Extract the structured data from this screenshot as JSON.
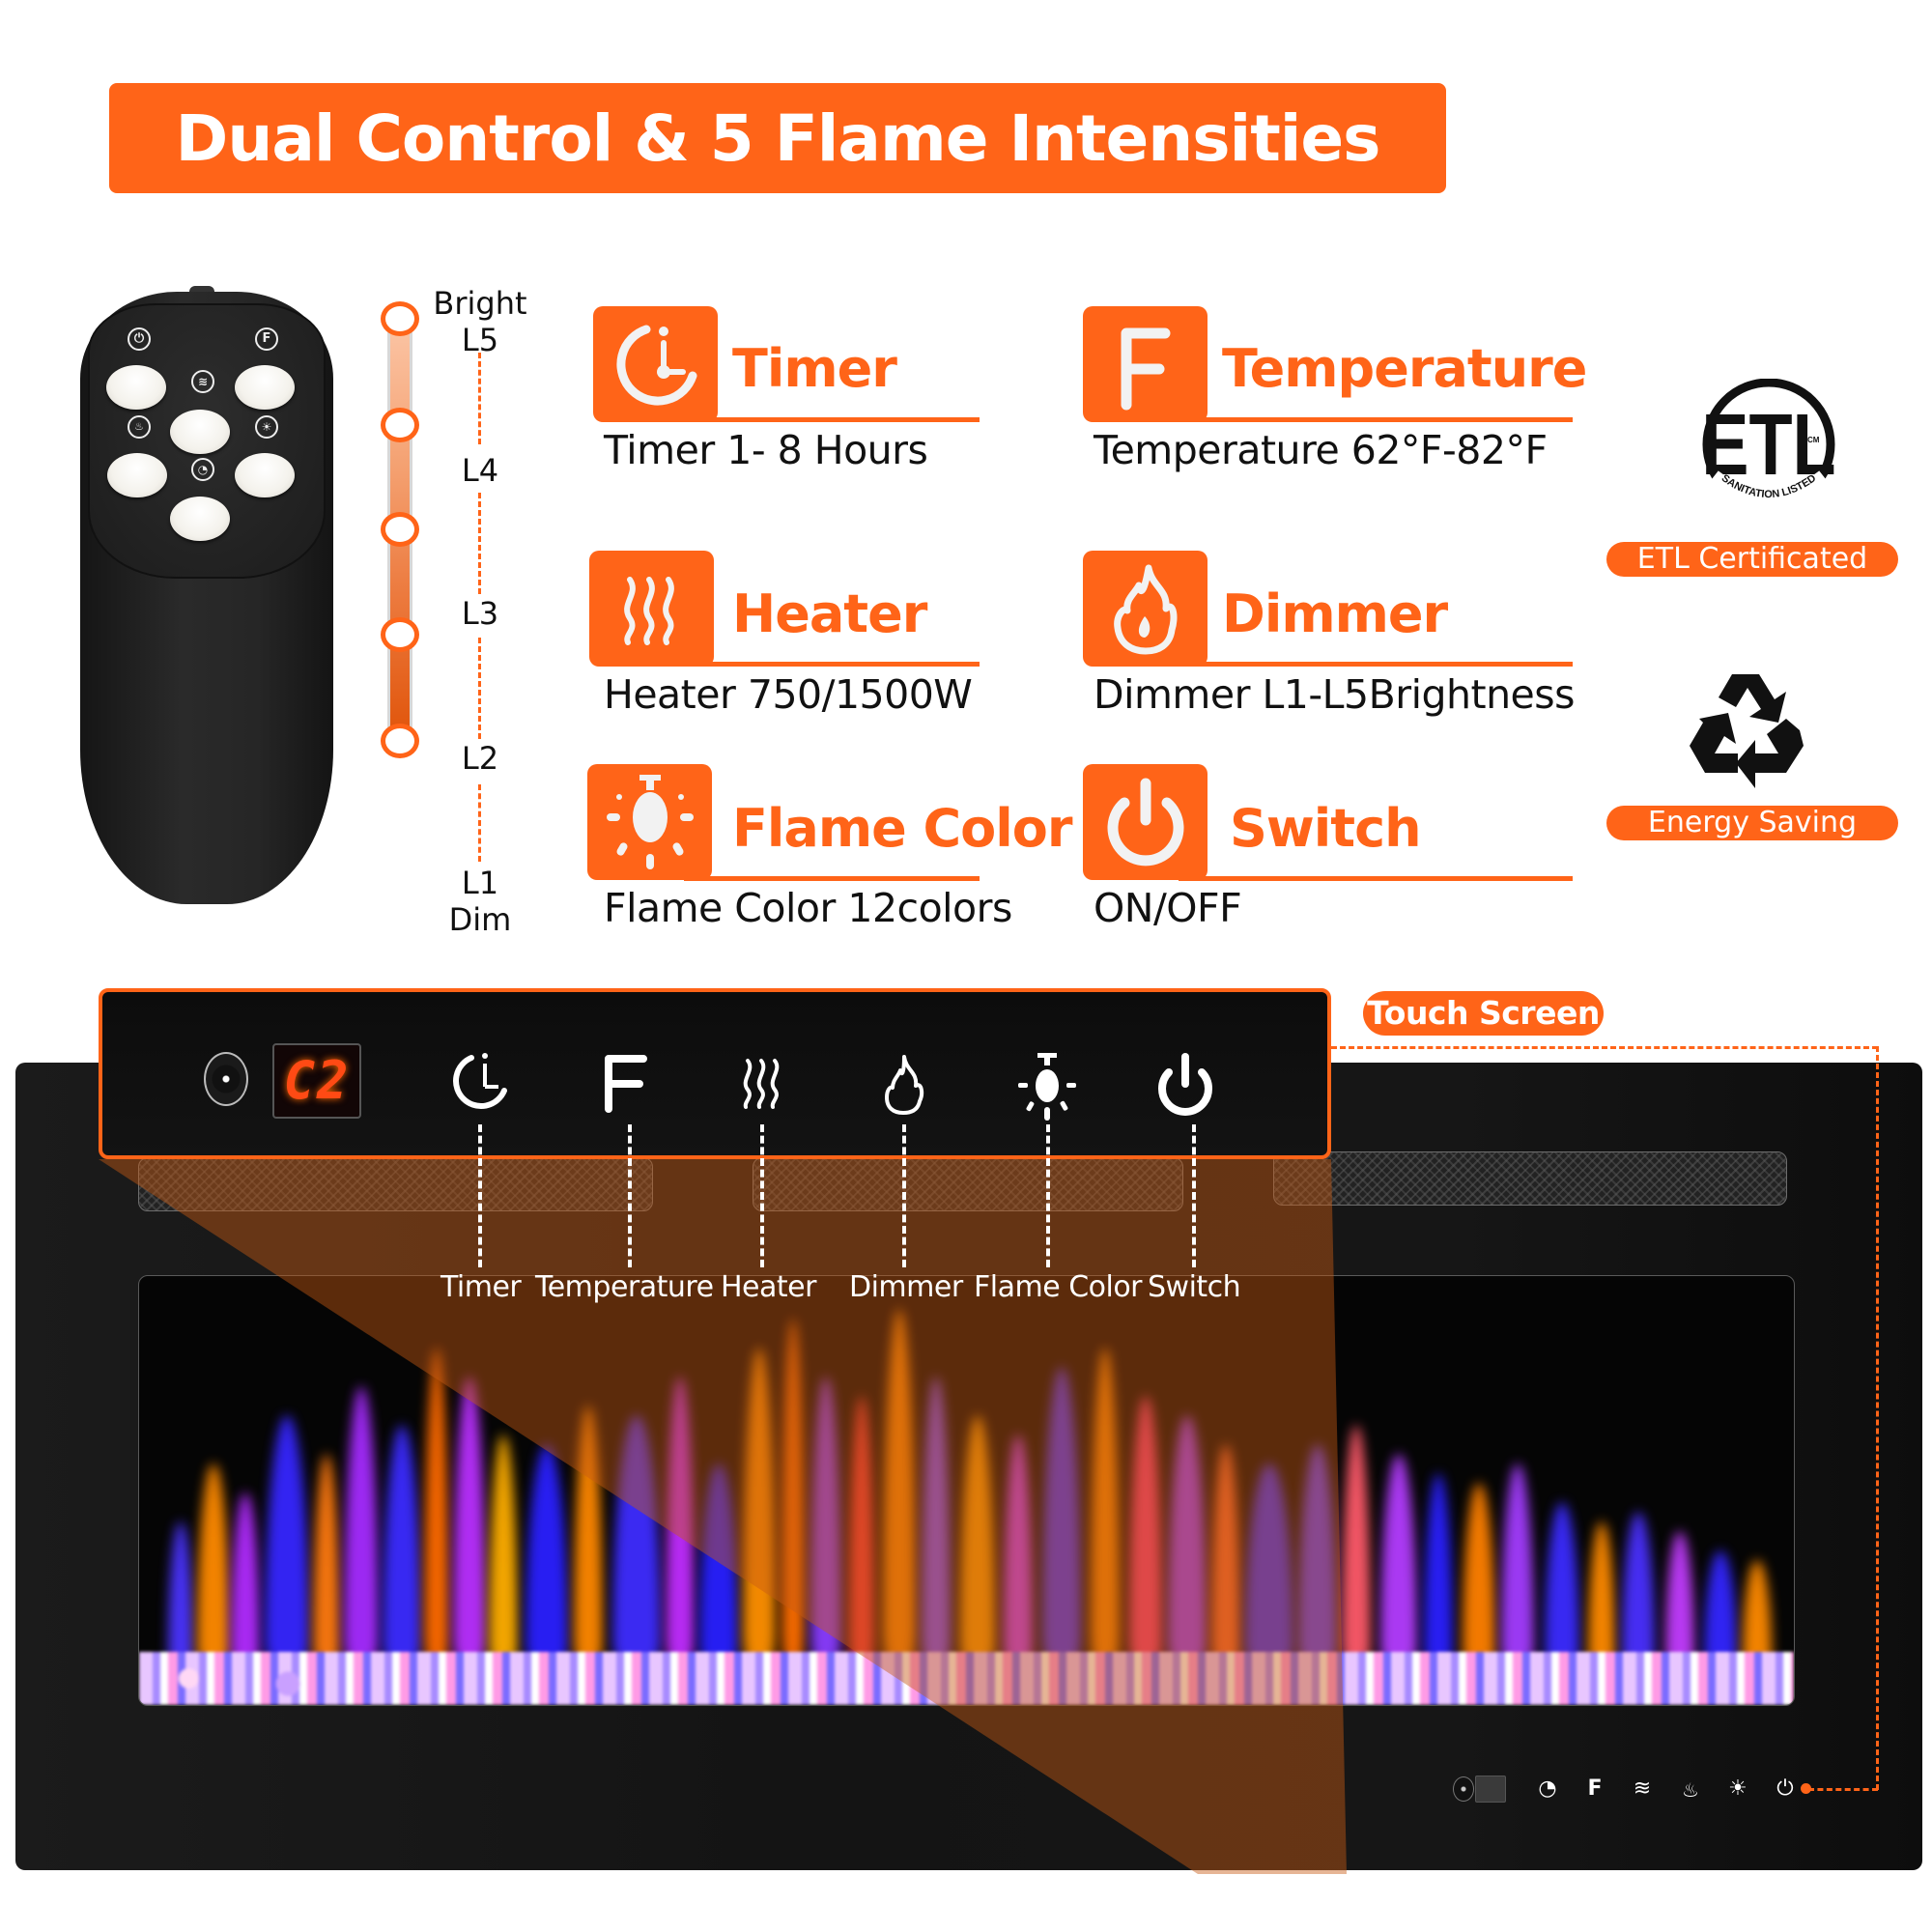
{
  "header": {
    "title": "Dual Control & 5 Flame Intensities",
    "color": "#ff6418"
  },
  "remote": {
    "buttons": [
      {
        "icon": "power-icon",
        "glyph": "⏻"
      },
      {
        "icon": "fahrenheit-icon",
        "glyph": "F"
      },
      {
        "icon": "heater-icon",
        "glyph": "≋"
      },
      {
        "icon": "dimmer-flame-icon",
        "glyph": "🔥"
      },
      {
        "icon": "flame-color-bulb-icon",
        "glyph": "☀"
      },
      {
        "icon": "timer-icon",
        "glyph": "◔"
      }
    ]
  },
  "slider": {
    "levels": [
      {
        "label": "Bright",
        "sub": "L5"
      },
      {
        "label": "L4"
      },
      {
        "label": "L3"
      },
      {
        "label": "L2"
      },
      {
        "label": "L1",
        "sub": "Dim"
      }
    ],
    "top_label": "Bright",
    "l5": "L5",
    "l4": "L4",
    "l3": "L3",
    "l2": "L2",
    "l1": "L1",
    "bottom_label": "Dim"
  },
  "features": [
    {
      "title": "Timer",
      "desc": "Timer  1- 8 Hours",
      "icon": "timer-icon"
    },
    {
      "title": "Temperature",
      "desc": "Temperature 62°F-82°F",
      "icon": "fahrenheit-icon"
    },
    {
      "title": "Heater",
      "desc": "Heater 750/1500W",
      "icon": "heater-icon"
    },
    {
      "title": "Dimmer",
      "desc": "Dimmer L1-L5Brightness",
      "icon": "flame-icon"
    },
    {
      "title": "Flame Color",
      "desc": "Flame Color 12colors",
      "icon": "bulb-icon"
    },
    {
      "title": "Switch",
      "desc": "ON/OFF",
      "icon": "power-icon"
    }
  ],
  "certifications": [
    {
      "logo": "ETL",
      "logo_sub": "SANITATION LISTED",
      "logo_mark": "CM",
      "label": "ETL Certificated"
    },
    {
      "logo": "recycle",
      "label": "Energy Saving"
    }
  ],
  "control_panel": {
    "display_value": "C2",
    "badge": "Touch Screen",
    "labels": [
      "Timer",
      "Temperature",
      "Heater",
      "Dimmer",
      "Flame Color",
      "Switch"
    ]
  }
}
